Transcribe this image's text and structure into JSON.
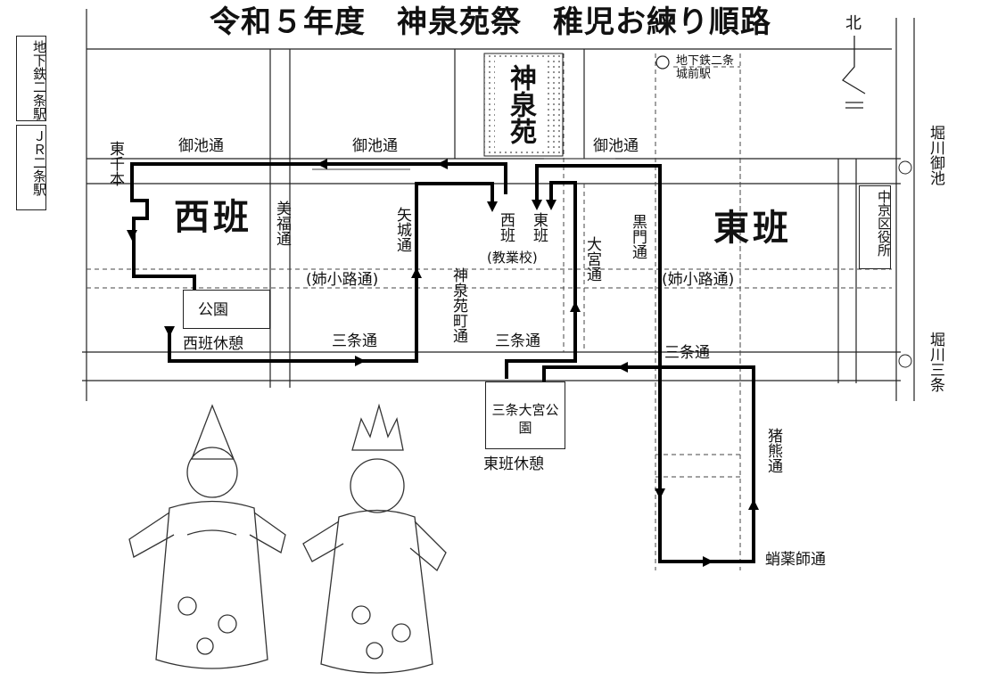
{
  "title": "令和５年度　神泉苑祭　稚児お練り順路",
  "compass": {
    "label": "北"
  },
  "left_labels": {
    "subway_nijo": "地下鉄二条駅",
    "jr_nijo": "ＪＲ二条駅"
  },
  "right_labels": {
    "horikawa_oike": "堀川御池",
    "horikawa_sanjo": "堀川三条",
    "ward_office": "中京区役所"
  },
  "stations": {
    "nijojomae": "地下鉄二条城前駅"
  },
  "streets": {
    "oike_1": "御池通",
    "oike_2": "御池通",
    "oike_3": "御池通",
    "anekoji_1": "(姉小路通)",
    "anekoji_2": "(姉小路通)",
    "sanjo_1": "三条通",
    "sanjo_2": "三条通",
    "sanjo_3": "三条通",
    "higashisenbon": "東千本",
    "mifuku": "美福通",
    "yashiro": "矢城通",
    "shinsenenmachi": "神泉苑町通",
    "omiya": "大宮通",
    "kuromon": "黒門通",
    "inokuma": "猪熊通",
    "shoyakushi": "蛸薬師通"
  },
  "places": {
    "shinsenen": "神泉苑",
    "park": "公園",
    "west_rest": "西班休憩",
    "west_group_start": "西班",
    "east_group_start": "東班",
    "school": "(教業校)",
    "sanjo_omiya_park": "三条大宮公園",
    "east_rest": "東班休憩"
  },
  "groups": {
    "west": "西班",
    "east": "東班"
  },
  "illustration": {
    "subject": "chigo-children",
    "count": 2
  }
}
